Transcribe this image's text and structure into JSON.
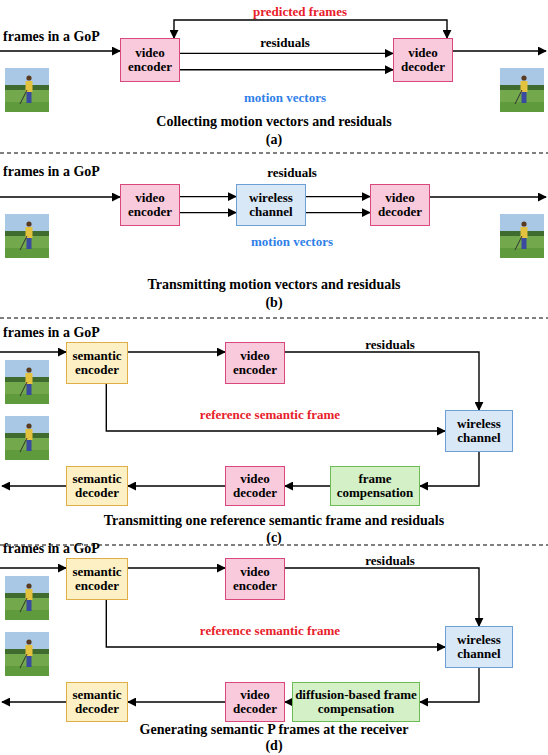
{
  "diagram": {
    "nodes": [
      {
        "text": [
          "video encoder"
        ]
      },
      {
        "text": [
          "video decoder"
        ]
      },
      {
        "text": [
          "video encoder"
        ]
      },
      {
        "text": [
          "wireless channel"
        ]
      },
      {
        "text": [
          "video decoder"
        ]
      },
      {
        "text": [
          "semantic encoder"
        ]
      },
      {
        "text": [
          "video encoder"
        ]
      },
      {
        "text": [
          "wireless channel"
        ]
      },
      {
        "text": [
          "frame compensation"
        ]
      },
      {
        "text": [
          "video decoder"
        ]
      },
      {
        "text": [
          "semantic decoder"
        ]
      },
      {
        "text": [
          "semantic encoder"
        ]
      },
      {
        "text": [
          "video encoder"
        ]
      },
      {
        "text": [
          "wireless channel"
        ]
      },
      {
        "text": [
          "diffusion-based frame compensation"
        ]
      },
      {
        "text": [
          "video decoder"
        ]
      },
      {
        "text": [
          "semantic decoder"
        ]
      }
    ],
    "edges": [
      {
        "from": 0,
        "to": 1,
        "label": "predicted frames",
        "arrow": "both"
      },
      {
        "from": 0,
        "to": 1,
        "label": "residuals",
        "arrow": "to"
      },
      {
        "from": 0,
        "to": 1,
        "label": "motion vectors",
        "arrow": "to"
      },
      {
        "from": 2,
        "to": 3,
        "arrow": "to"
      },
      {
        "from": 2,
        "to": 3,
        "arrow": "to"
      },
      {
        "from": 3,
        "to": 4,
        "arrow": "to"
      },
      {
        "from": 3,
        "to": 4,
        "arrow": "to"
      },
      {
        "from": 5,
        "to": 6,
        "arrow": "to"
      },
      {
        "from": 6,
        "to": 7,
        "label": "residuals",
        "arrow": "to"
      },
      {
        "from": 5,
        "to": 7,
        "label": "reference semantic frame",
        "arrow": "to"
      },
      {
        "from": 7,
        "to": 8,
        "arrow": "to"
      },
      {
        "from": 8,
        "to": 9,
        "arrow": "to"
      },
      {
        "from": 9,
        "to": 10,
        "arrow": "to"
      },
      {
        "from": 11,
        "to": 12,
        "arrow": "to"
      },
      {
        "from": 12,
        "to": 13,
        "label": "residuals",
        "arrow": "to"
      },
      {
        "from": 11,
        "to": 13,
        "label": "reference semantic frame",
        "arrow": "to"
      },
      {
        "from": 13,
        "to": 14,
        "arrow": "to"
      },
      {
        "from": 14,
        "to": 15,
        "arrow": "to"
      },
      {
        "from": 15,
        "to": 16,
        "arrow": "to"
      }
    ],
    "labels": [
      "frames in a GoP",
      "Collecting motion vectors and residuals",
      "(a)",
      "frames in a GoP",
      "residuals",
      "motion vectors",
      "Transmitting motion vectors and residuals",
      "(b)",
      "frames in a GoP",
      "Transmitting one reference semantic frame and residuals",
      "(c)",
      "frames in a GoP",
      "Generating semantic P frames at the receiver",
      "(d)"
    ]
  }
}
